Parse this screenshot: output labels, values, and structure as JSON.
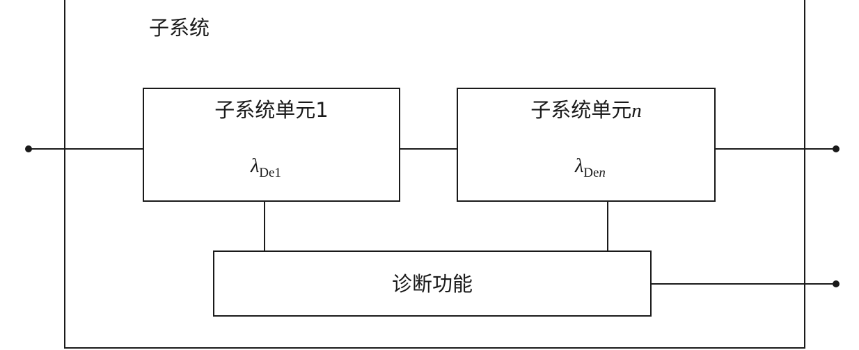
{
  "subsystem": {
    "label": "子系统"
  },
  "unit1": {
    "title": "子系统单元1",
    "lambda_symbol": "λ",
    "lambda_sub": "De1"
  },
  "unitn": {
    "title_prefix": "子系统单元",
    "title_index": "n",
    "lambda_symbol": "λ",
    "lambda_sub_prefix": "De",
    "lambda_sub_index": "n"
  },
  "diagnostic": {
    "label": "诊断功能"
  },
  "colors": {
    "line": "#1a1a1a",
    "background": "#ffffff"
  }
}
